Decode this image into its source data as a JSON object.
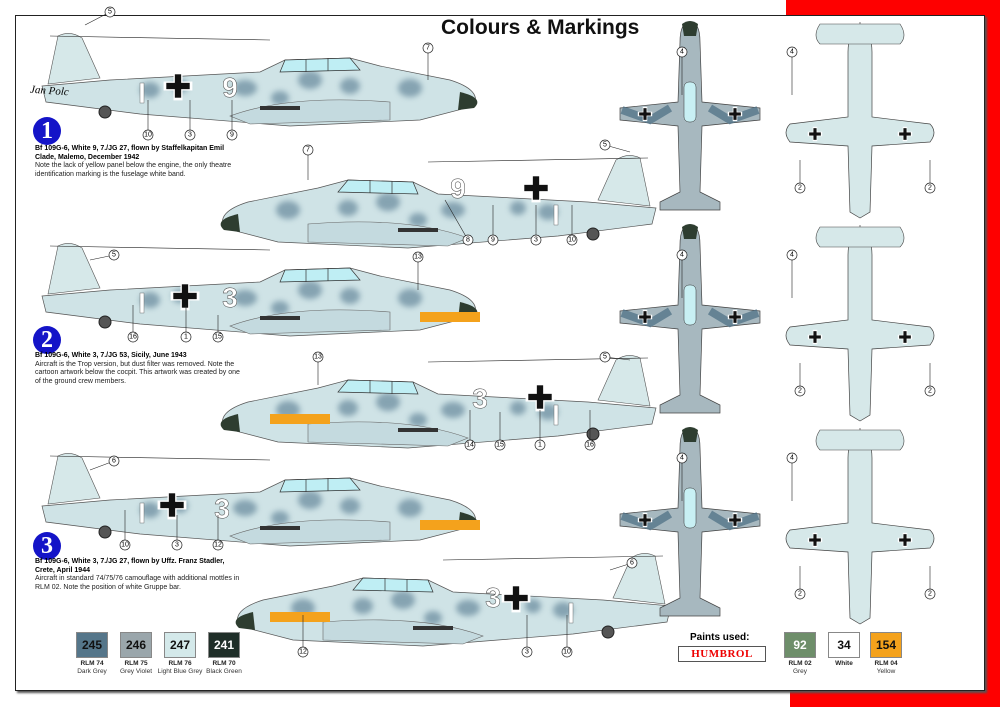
{
  "title": "Colours & Markings",
  "signature": "Jan Polc",
  "schemes": [
    {
      "number": "1",
      "heading": "Bf 109G-6, White 9, 7./JG 27, flown by Staffelkapitan Emil Clade, Malemo, December 1942",
      "note": "Note the lack of yellow panel below the engine, the only theatre identification marking is the fuselage white band.",
      "code": "9",
      "callouts_left": [
        "5",
        "7",
        "10",
        "3",
        "9"
      ],
      "callouts_right": [
        "7",
        "5",
        "8",
        "9",
        "3",
        "10"
      ],
      "plan_callouts_top": [
        "4",
        "4"
      ],
      "plan_callouts_bottom": [
        "2",
        "2"
      ]
    },
    {
      "number": "2",
      "heading": "Bf 109G-6, White 3, 7./JG 53, Sicily, June 1943",
      "note": "Aircraft is the Trop version, but dust filter was removed. Note the cartoon artwork below the cocpit. This artwork was created by one of the ground crew members.",
      "code": "3",
      "callouts_left": [
        "5",
        "13",
        "16",
        "1",
        "15"
      ],
      "callouts_right": [
        "13",
        "5",
        "14",
        "15",
        "1",
        "16"
      ],
      "plan_callouts_top": [
        "4",
        "4"
      ],
      "plan_callouts_bottom": [
        "2",
        "2"
      ]
    },
    {
      "number": "3",
      "heading": "Bf 109G-6, White 3, 7./JG 27, flown by Uffz. Franz Stadler, Crete, April 1944",
      "note": "Aircraft in standard 74/75/76 camouflage with additional mottles in RLM 02. Note the position of white Gruppe bar.",
      "code": "3",
      "callouts_left": [
        "6",
        "10",
        "3",
        "12"
      ],
      "callouts_right": [
        "6",
        "12",
        "3",
        "10"
      ],
      "plan_callouts_top": [
        "4",
        "4"
      ],
      "plan_callouts_bottom": [
        "2",
        "2"
      ]
    }
  ],
  "paints_used_label": "Paints used:",
  "brand": "HUMBROL",
  "swatches_left": [
    {
      "code": "245",
      "rlm": "RLM 74",
      "name": "Dark Grey",
      "color": "#55768a",
      "text": "#111"
    },
    {
      "code": "246",
      "rlm": "RLM 75",
      "name": "Grey Violet",
      "color": "#9aa6ab",
      "text": "#111"
    },
    {
      "code": "247",
      "rlm": "RLM 76",
      "name": "Light Blue Grey",
      "color": "#d4e9ea",
      "text": "#111"
    },
    {
      "code": "241",
      "rlm": "RLM 70",
      "name": "Black Green",
      "color": "#1f2e28",
      "text": "#fff"
    }
  ],
  "swatches_right": [
    {
      "code": "92",
      "rlm": "RLM 02",
      "name": "Grey",
      "color": "#6e8e6a",
      "text": "#fff"
    },
    {
      "code": "34",
      "rlm": "White",
      "name": "",
      "color": "#ffffff",
      "text": "#111"
    },
    {
      "code": "154",
      "rlm": "RLM 04",
      "name": "Yellow",
      "color": "#f4a21c",
      "text": "#111"
    }
  ]
}
